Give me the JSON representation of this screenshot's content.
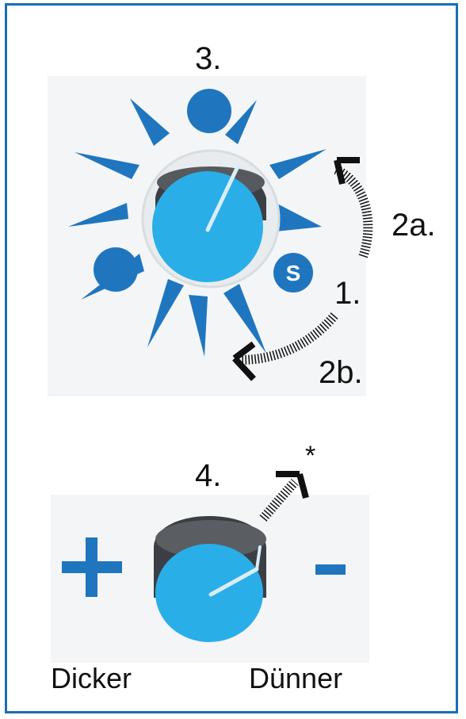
{
  "labels": {
    "step_3": "3.",
    "step_2a": "2a.",
    "step_1": "1.",
    "step_2b": "2b.",
    "step_4": "4.",
    "asterisk": "*",
    "thicker": "Dicker",
    "thinner": "Dünner",
    "s_symbol": "S"
  },
  "icons": {
    "top_dial": "sun-dial-icon",
    "bottom_dial": "thickness-knob-icon",
    "plus": "plus-icon",
    "minus": "minus-icon"
  },
  "colors": {
    "frame": "#1a6db3",
    "symbol_blue": "#1f76bf",
    "knob_cap": "#2aaee8",
    "knob_body": "#3b3f45",
    "arrow": "#111111"
  }
}
